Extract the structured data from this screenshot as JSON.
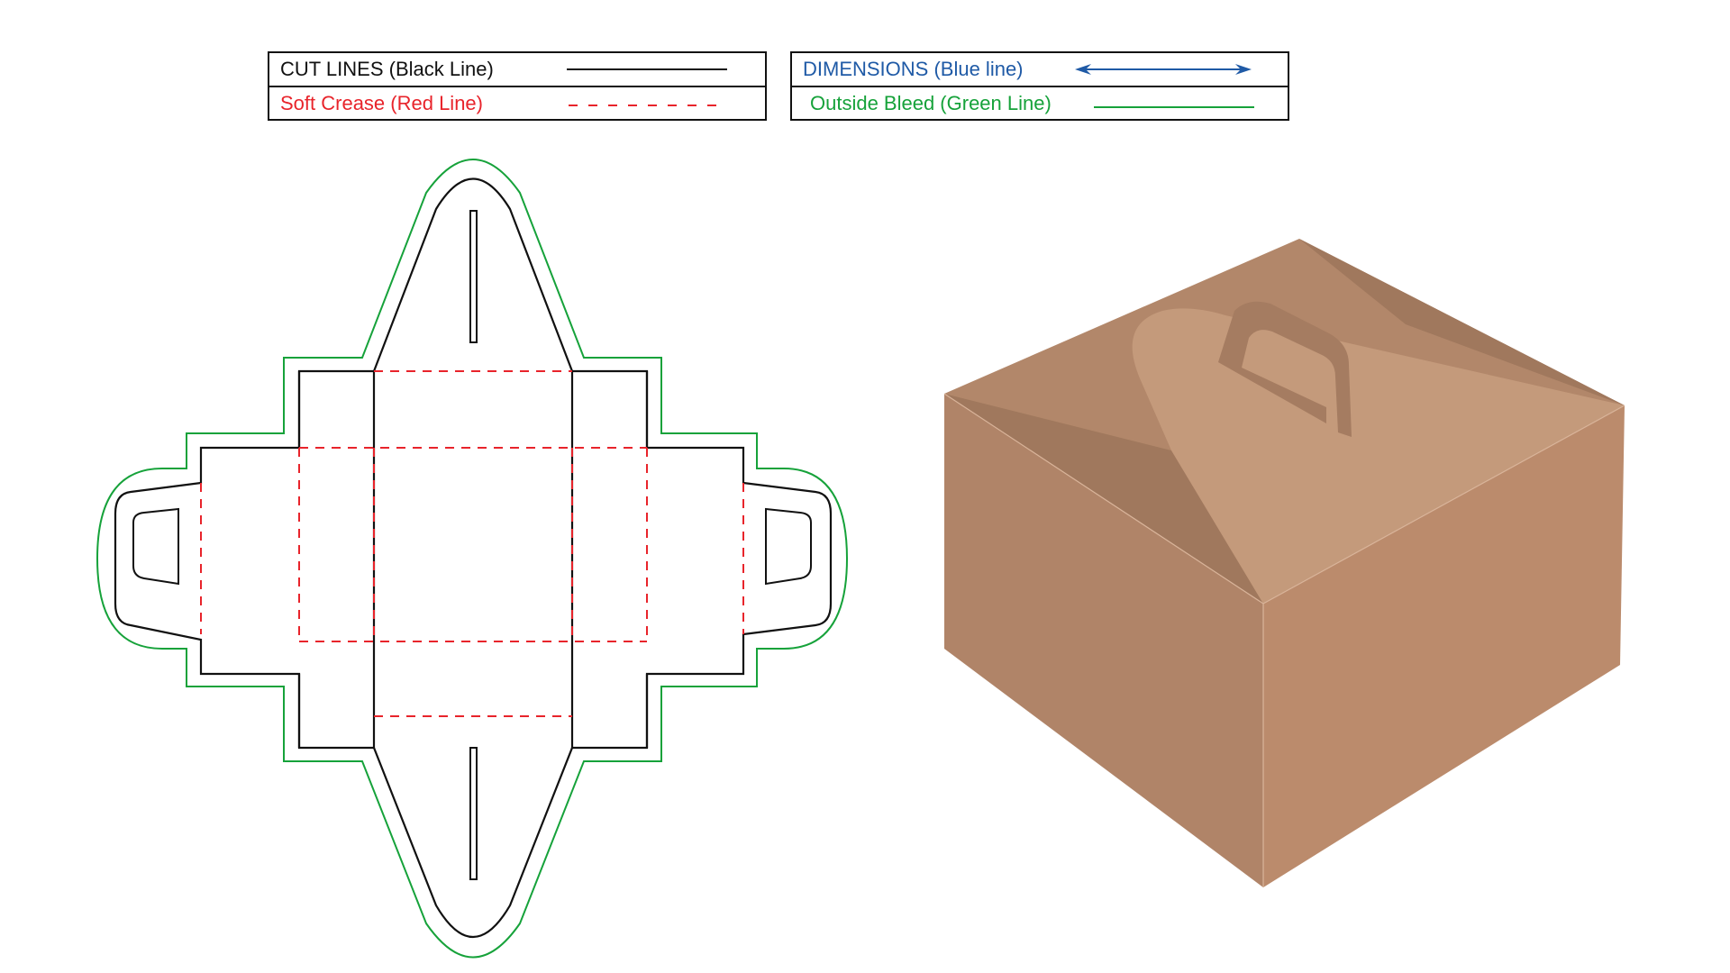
{
  "legend": {
    "cut_lines": {
      "label": "CUT LINES (Black Line)",
      "color": "#111111"
    },
    "soft_crease": {
      "label": "Soft Crease (Red Line)",
      "color": "#e8242b"
    },
    "dimensions": {
      "label": "DIMENSIONS (Blue line)",
      "color": "#1f5aa6"
    },
    "outside_bleed": {
      "label": "Outside Bleed (Green Line)",
      "color": "#16a23a"
    }
  },
  "box_colors": {
    "front_left": "#b08468",
    "front_right": "#bb8b6c",
    "lid": "#b2876a",
    "lid_shadow": "#a0785d",
    "flap": "#c49a7b",
    "handle": "#a57c61"
  }
}
